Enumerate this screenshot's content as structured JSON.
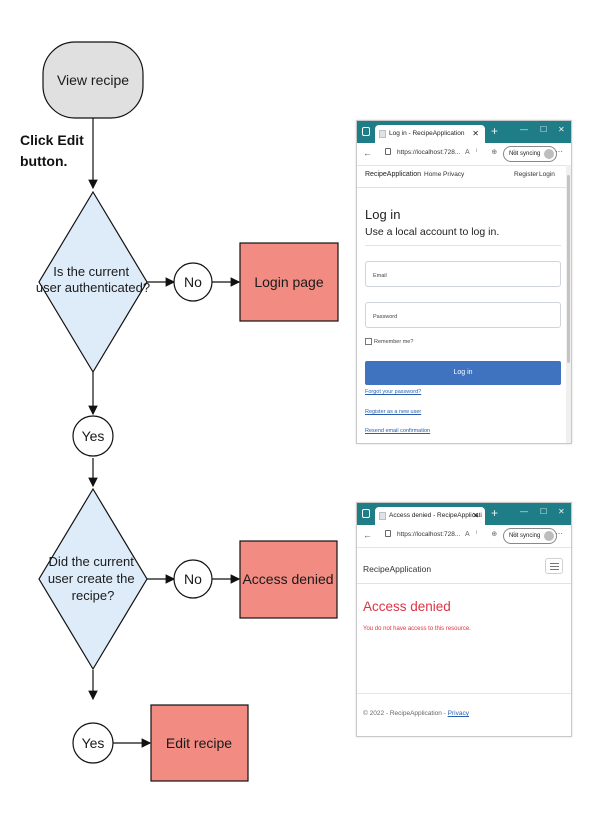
{
  "flowchart": {
    "start": "View recipe",
    "note": [
      "Click Edit",
      "button."
    ],
    "decision1": [
      "Is the current",
      "user authenticated?"
    ],
    "decision2": [
      "Did the current",
      "user create the",
      "recipe?"
    ],
    "no_label": "No",
    "yes_label": "Yes",
    "login_box": "Login page",
    "denied_box": "Access denied",
    "edit_box": "Edit recipe",
    "colors": {
      "start_fill": "#e0e0e0",
      "decision_fill": "#deecfa",
      "result_fill": "#f28b82"
    }
  },
  "login_window": {
    "tab_title": "Log in - RecipeApplication",
    "url": "https://localhost:728...",
    "sync": "Not syncing",
    "brand": "RecipeApplication",
    "nav_home": "Home",
    "nav_privacy": "Privacy",
    "nav_register": "Register",
    "nav_login": "Login",
    "heading": "Log in",
    "subheading": "Use a local account to log in.",
    "email_placeholder": "Email",
    "password_placeholder": "Password",
    "remember": "Remember me?",
    "button": "Log in",
    "link_forgot": "Forgot your password?",
    "link_register": "Register as a new user",
    "link_resend": "Resend email confirmation"
  },
  "denied_window": {
    "tab_title": "Access denied - RecipeApplicati",
    "url": "https://localhost:728...",
    "sync": "Not syncing",
    "brand": "RecipeApplication",
    "heading": "Access denied",
    "message": "You do not have access to this resource.",
    "footer": "© 2022 - RecipeApplication - ",
    "footer_link": "Privacy"
  }
}
